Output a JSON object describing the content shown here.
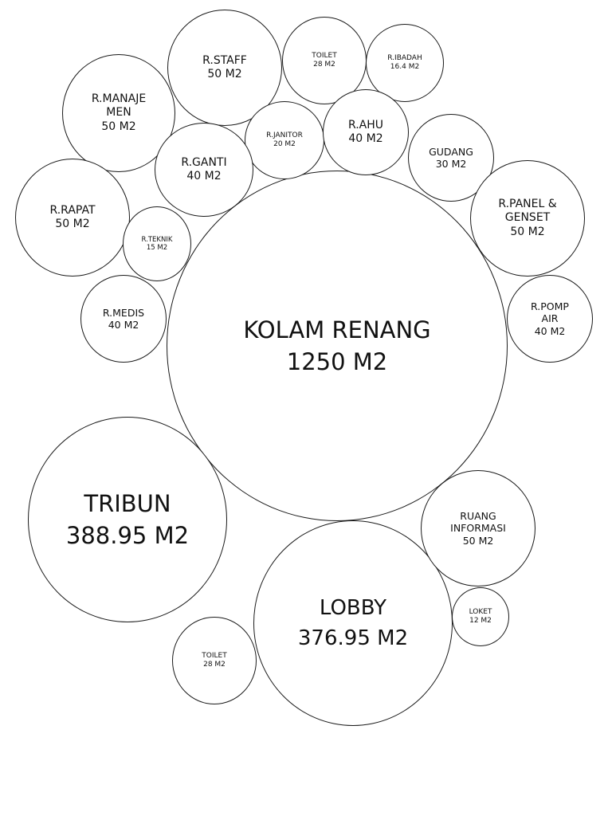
{
  "rooms": {
    "kolam_renang": {
      "lines": [
        "KOLAM RENANG",
        "1250 M2"
      ]
    },
    "tribun": {
      "lines": [
        "TRIBUN",
        "388.95 M2"
      ]
    },
    "lobby": {
      "lines": [
        "LOBBY",
        "376.95 M2"
      ]
    },
    "r_staff": {
      "lines": [
        "R.STAFF",
        "50 M2"
      ]
    },
    "toilet_top": {
      "lines": [
        "TOILET",
        "28 M2"
      ]
    },
    "r_ibadah": {
      "lines": [
        "R.IBADAH",
        "16.4 M2"
      ]
    },
    "r_manajemen": {
      "lines": [
        "R.MANAJE",
        "MEN",
        "50 M2"
      ]
    },
    "r_janitor": {
      "lines": [
        "R.JANITOR",
        "20 M2"
      ]
    },
    "r_ahu": {
      "lines": [
        "R.AHU",
        "40 M2"
      ]
    },
    "r_ganti": {
      "lines": [
        "R.GANTI",
        "40 M2"
      ]
    },
    "gudang": {
      "lines": [
        "GUDANG",
        "30 M2"
      ]
    },
    "r_rapat": {
      "lines": [
        "R.RAPAT",
        "50 M2"
      ]
    },
    "r_panel": {
      "lines": [
        "R.PANEL &",
        "GENSET",
        "50 M2"
      ]
    },
    "r_teknik": {
      "lines": [
        "R.TEKNIK",
        "15 M2"
      ]
    },
    "r_medis": {
      "lines": [
        "R.MEDIS",
        "40 M2"
      ]
    },
    "r_pomp": {
      "lines": [
        "R.POMP",
        "AIR",
        "40 M2"
      ]
    },
    "ruang_informasi": {
      "lines": [
        "RUANG",
        "INFORMASI",
        "50 M2"
      ]
    },
    "loket": {
      "lines": [
        "LOKET",
        "12 M2"
      ]
    },
    "toilet_bottom": {
      "lines": [
        "TOILET",
        "28 M2"
      ]
    }
  }
}
